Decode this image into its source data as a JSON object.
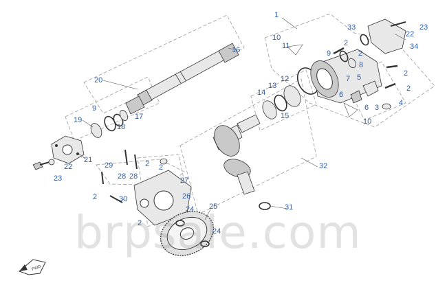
{
  "watermark": "brpsale.com",
  "callouts": {
    "c1": "1",
    "c2a": "2",
    "c2b": "2",
    "c2c": "2",
    "c2d": "2",
    "c2e": "2",
    "c2f": "2",
    "c2g": "2",
    "c2h": "2",
    "c3": "3",
    "c4": "4",
    "c5": "5",
    "c6a": "6",
    "c6b": "6",
    "c7": "7",
    "c8": "8",
    "c9a": "9",
    "c9b": "9",
    "c10a": "10",
    "c10b": "10",
    "c11": "11",
    "c12": "12",
    "c13": "13",
    "c14": "14",
    "c15": "15",
    "c16": "16",
    "c17": "17",
    "c18": "18",
    "c19": "19",
    "c20": "20",
    "c21": "21",
    "c22a": "22",
    "c22b": "22",
    "c23a": "23",
    "c23b": "23",
    "c24a": "24",
    "c24b": "24",
    "c25": "25",
    "c26": "26",
    "c27": "27",
    "c28a": "28",
    "c28b": "28",
    "c29": "29",
    "c30": "30",
    "c31": "31",
    "c32": "32",
    "c33": "33",
    "c34": "34"
  },
  "colors": {
    "callout": "#2f5ea8",
    "line": "#333333",
    "frame": "#9a9a9a"
  },
  "icons": {
    "direction": "front-direction-arrow-icon"
  }
}
